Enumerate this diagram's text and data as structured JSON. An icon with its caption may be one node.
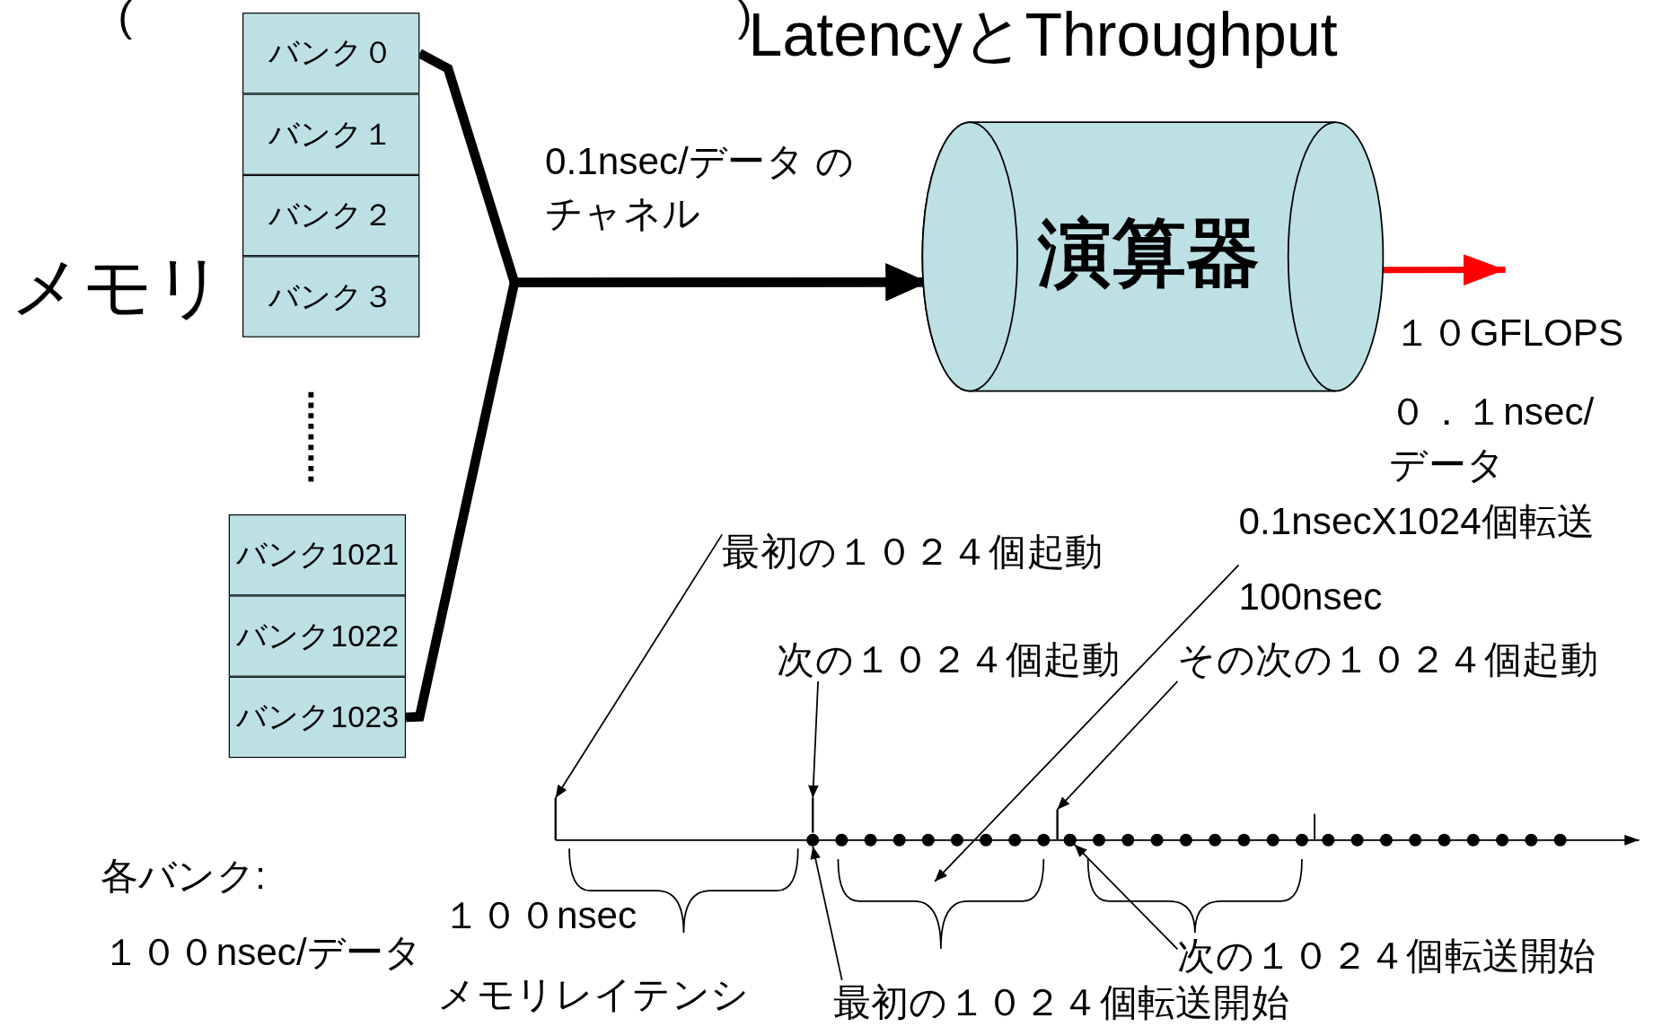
{
  "diagram": {
    "title": "LatencyとThroughput",
    "nodes": [
      {
        "text": [
          "バンク０"
        ]
      },
      {
        "text": [
          "バンク１"
        ]
      },
      {
        "text": [
          "バンク２"
        ]
      },
      {
        "text": [
          "バンク３"
        ]
      },
      {
        "text": [
          "バンク1021"
        ]
      },
      {
        "text": [
          "バンク1022"
        ]
      },
      {
        "text": [
          "バンク1023"
        ]
      },
      {
        "text": [
          "演算器"
        ],
        "beside": [
          "１０GFLOPS",
          "０．１nsec/ データ"
        ]
      },
      {
        "text": [
          "最初の１０２４個起動"
        ]
      },
      {
        "text": [
          "次の１０２４個起動"
        ]
      },
      {
        "text": [
          "その次の１０２４個起動"
        ]
      },
      {
        "text": [
          "0.1nsecX1024個転送",
          "100nsec"
        ]
      },
      {
        "text": [
          "最初の１０２４個転送開始"
        ]
      },
      {
        "text": [
          "次の１０２４個転送開始"
        ]
      },
      {
        "text": [],
        "shape": "bar"
      },
      {
        "text": [],
        "shape": "bar"
      },
      {
        "text": [],
        "shape": "circle"
      },
      {
        "text": [],
        "shape": "brace"
      },
      {
        "text": [],
        "shape": "bar"
      },
      {
        "text": [],
        "shape": "circle"
      }
    ],
    "edges": [
      {
        "from": 0,
        "to": 7,
        "arrow": "to",
        "label": "0.1nsec/データ のチャネル",
        "style": "thick"
      },
      {
        "from": 6,
        "to": 7,
        "arrow": "to",
        "style": "thick"
      },
      {
        "from": 7,
        "to": null,
        "arrow": "to",
        "style": "thick",
        "color": "#ff0000"
      },
      {
        "from": 8,
        "to": 14,
        "arrow": "to"
      },
      {
        "from": 9,
        "to": 15,
        "arrow": "to"
      },
      {
        "from": 10,
        "to": 18,
        "arrow": "to"
      },
      {
        "from": 11,
        "to": 17,
        "arrow": "to"
      },
      {
        "from": 12,
        "to": 16,
        "arrow": "to"
      },
      {
        "from": 13,
        "to": 19,
        "arrow": "to"
      }
    ],
    "labels": [
      "(",
      ")",
      "メモリ",
      "各バンク:",
      "１００nsec/データ",
      "１００nsec",
      "メモリレイテンシ"
    ]
  }
}
